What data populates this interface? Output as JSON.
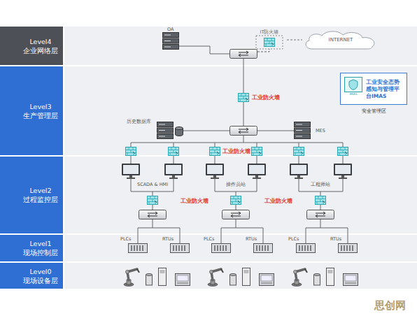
{
  "diagram": {
    "nodes": [
      {
        "text": [
          "Level4",
          "企业网络层"
        ]
      },
      {
        "text": [
          "Level3",
          "生产管理层"
        ]
      },
      {
        "text": [
          "Level2",
          "过程监控层"
        ]
      },
      {
        "text": [
          "Level1",
          "现场控制层"
        ]
      },
      {
        "text": [
          "Level0",
          "现场设备层"
        ]
      },
      {
        "text": [
          "OA"
        ]
      },
      {
        "text": [
          "IT防火墙"
        ]
      },
      {
        "text": [
          "INTERNET"
        ]
      },
      {
        "text": [
          "历史数据库"
        ]
      },
      {
        "text": [
          "MES"
        ]
      },
      {
        "text": [
          "安全管理区"
        ]
      },
      {
        "text": [
          "IMAS",
          "工业安全态势感知与管理平台IMAS"
        ],
        "in": 10
      }
    ],
    "edges": [
      {
        "from": 6,
        "to": 7,
        "arrow": "none"
      }
    ],
    "labels": [
      "工业防火墙",
      "工业防火墙",
      "SCADA & HMI",
      "操作员站",
      "工程师站",
      "工业防火墙",
      "工业防火墙",
      "PLCs",
      "RTUs",
      "PLCs",
      "RTUs",
      "PLCs",
      "RTUs",
      "思创网"
    ]
  }
}
